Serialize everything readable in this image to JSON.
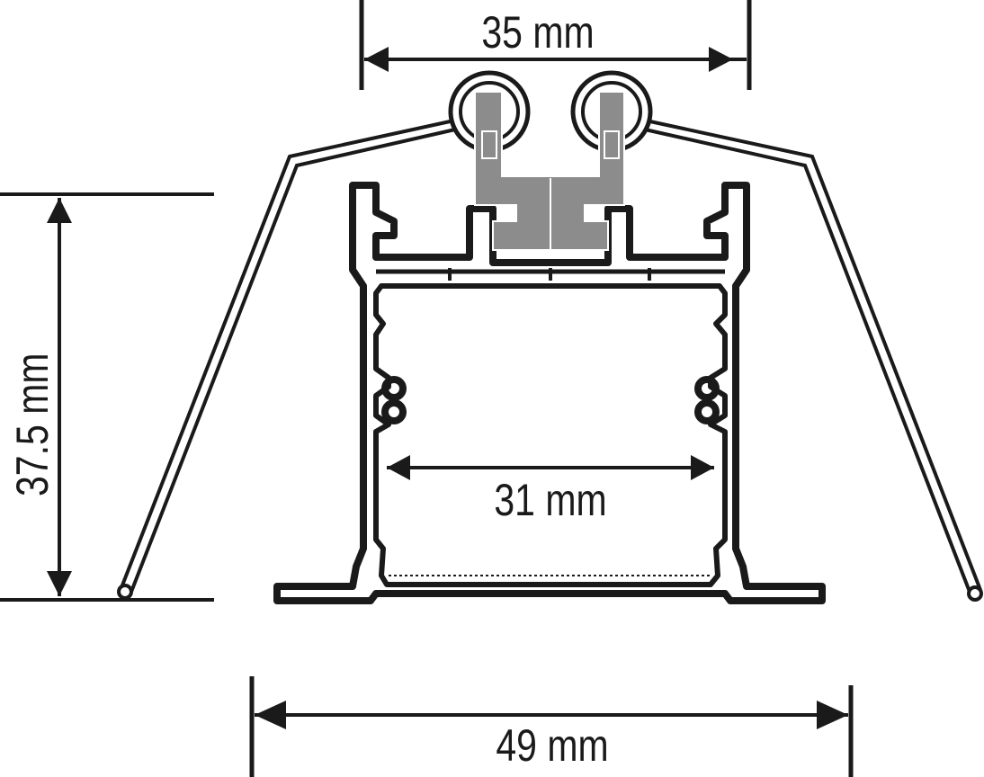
{
  "dimensions": {
    "top_width": "35 mm",
    "inner_width": "31 mm",
    "bottom_width": "49 mm",
    "height": "37.5 mm"
  },
  "colors": {
    "line": "#1a1a1a",
    "background": "#ffffff",
    "clip": "#8c8c8c"
  }
}
